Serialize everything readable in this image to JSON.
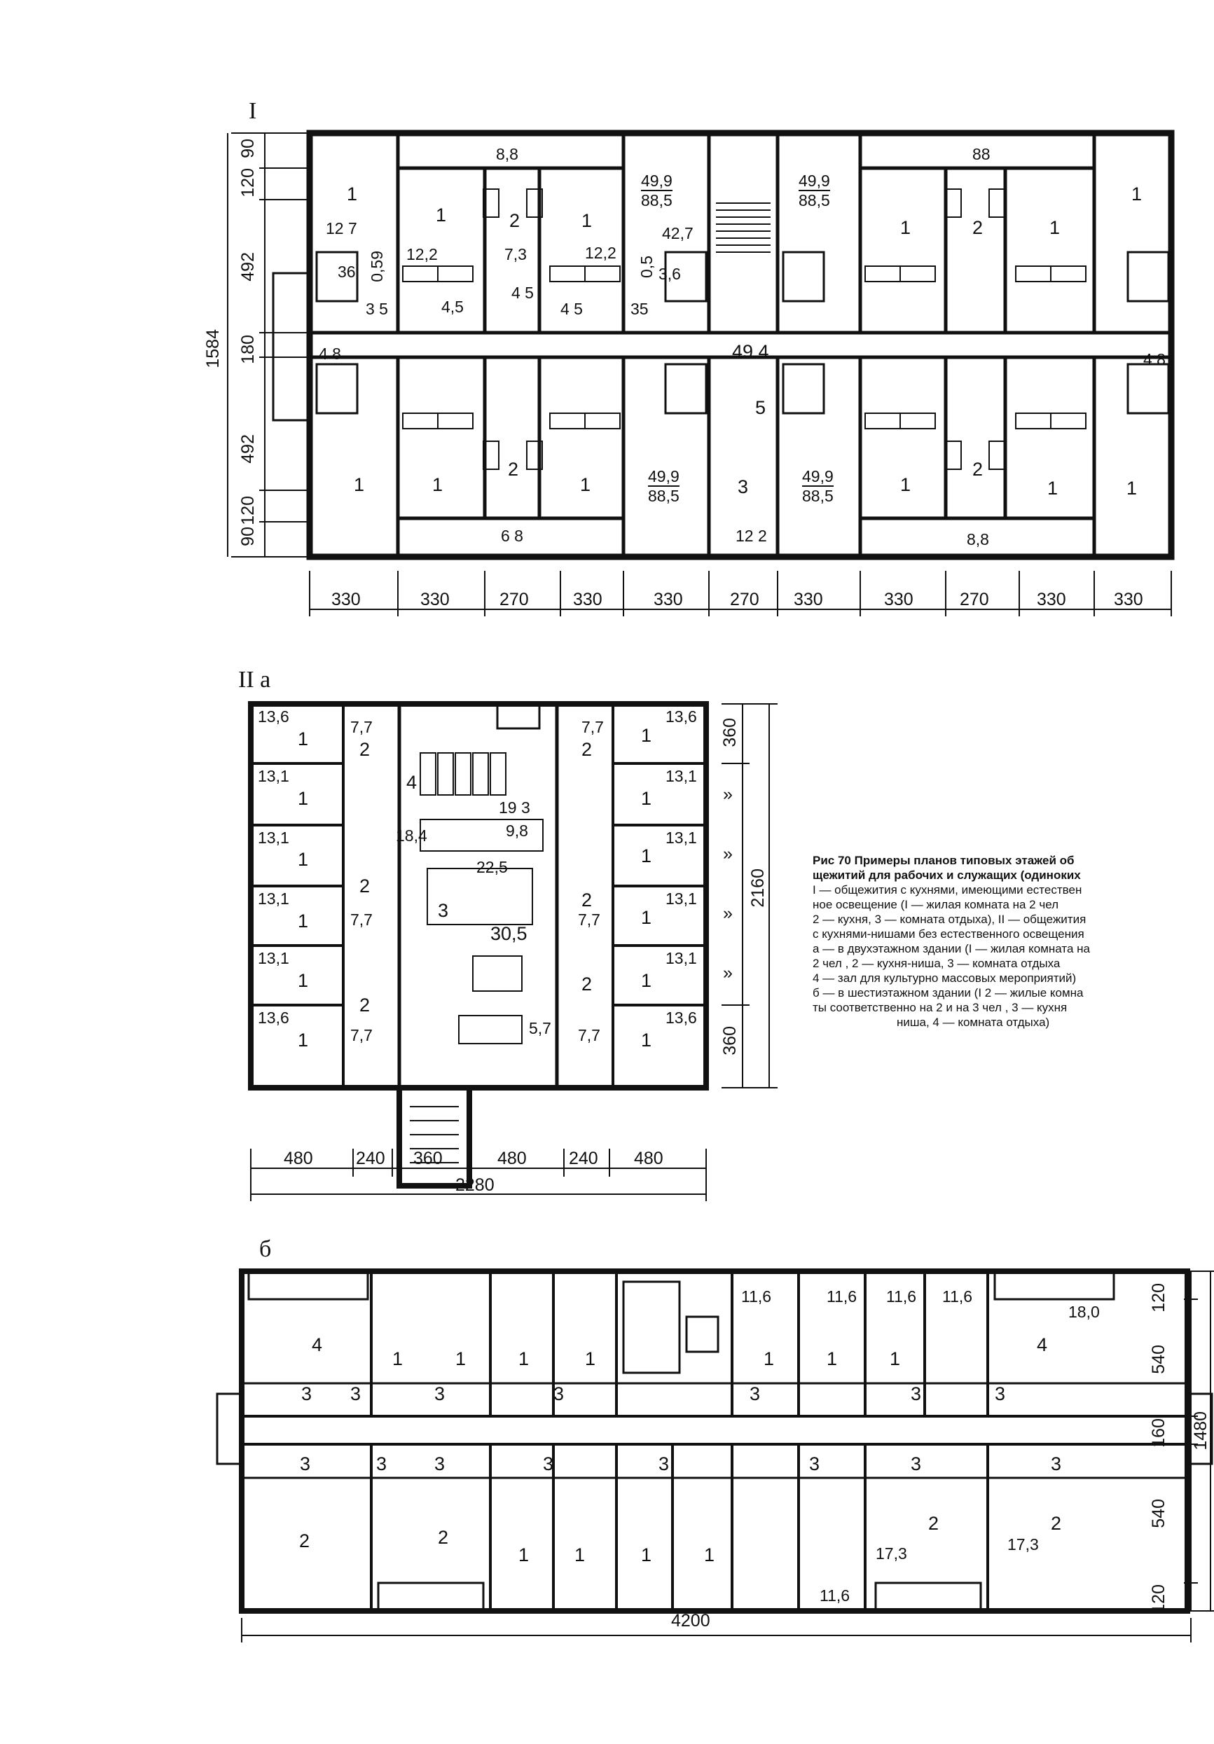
{
  "plan_I": {
    "label": "I",
    "bottom_dims": [
      "330",
      "330",
      "270",
      "330",
      "330",
      "270",
      "330",
      "330",
      "270",
      "330",
      "330"
    ],
    "left_dims": [
      "90",
      "120",
      "492",
      "180",
      "492",
      "120",
      "90"
    ],
    "overall_height": "1584",
    "corridor_area": "49.4",
    "rooms": {
      "upper_rooms": [
        "1",
        "1",
        "2",
        "1",
        "1",
        "2",
        "1",
        "1"
      ],
      "lower_rooms": [
        "1",
        "1",
        "2",
        "1",
        "3",
        "5",
        "1",
        "2",
        "1",
        "1"
      ],
      "areas": [
        "8,8",
        "88",
        "12 7",
        "12,2",
        "7,3",
        "12,2",
        "42,7",
        "36",
        "3,6",
        "0,59",
        "0,5",
        "3 5",
        "4,5",
        "4 5",
        "4 5",
        "35",
        "4 8",
        "4 8",
        "6 8",
        "8,8",
        "12 2"
      ],
      "fractions": [
        {
          "num": "49,9",
          "den": "88,5"
        },
        {
          "num": "49,9",
          "den": "88,5"
        },
        {
          "num": "49,9",
          "den": "88,5"
        },
        {
          "num": "49,9",
          "den": "88,5"
        }
      ]
    }
  },
  "plan_IIa": {
    "label": "II а",
    "left_rooms": [
      {
        "no": "1",
        "area": "13,6"
      },
      {
        "no": "1",
        "area": "13,1"
      },
      {
        "no": "1",
        "area": "13,1"
      },
      {
        "no": "1",
        "area": "13,1"
      },
      {
        "no": "1",
        "area": "13,1"
      },
      {
        "no": "1",
        "area": "13,6"
      }
    ],
    "right_rooms": [
      {
        "no": "1",
        "area": "13,6"
      },
      {
        "no": "1",
        "area": "13,1"
      },
      {
        "no": "1",
        "area": "13,1"
      },
      {
        "no": "1",
        "area": "13,1"
      },
      {
        "no": "1",
        "area": "13,1"
      },
      {
        "no": "1",
        "area": "13,6"
      }
    ],
    "center_labels": [
      "4",
      "3",
      "2",
      "2",
      "2",
      "2",
      "2",
      "2"
    ],
    "areas": [
      "7,7",
      "7,7",
      "7,7",
      "7,7",
      "7,7",
      "7,7",
      "19 3",
      "9,8",
      "18,4",
      "22,5",
      "30,5",
      "5,7"
    ],
    "bottom_dims": [
      "480",
      "240",
      "360",
      "480",
      "240",
      "480"
    ],
    "overall_width": "2280",
    "right_dims": [
      "360",
      "»",
      "»",
      "»",
      "»",
      "360"
    ],
    "overall_height": "2160"
  },
  "plan_b": {
    "label": "б",
    "bottom_dim": "4200",
    "right_dims": [
      "120",
      "540",
      "160",
      "540",
      "120"
    ],
    "overall_height": "1480",
    "upper_labels": [
      "4",
      "1",
      "1",
      "1",
      "1",
      "1",
      "1",
      "1",
      "4",
      "3",
      "3",
      "3",
      "3",
      "3",
      "3",
      "3"
    ],
    "lower_labels": [
      "3",
      "3",
      "3",
      "3",
      "3",
      "3",
      "3",
      "3",
      "2",
      "2",
      "1",
      "1",
      "1",
      "1",
      "2",
      "2"
    ],
    "areas": [
      "11,6",
      "11,6",
      "11,6",
      "11,6",
      "18,0",
      "17,3",
      "17,3",
      "11,6"
    ]
  },
  "caption": {
    "heading": "Рис  70  Примеры  планов  типовых  этажей  об",
    "lines": [
      "щежитий  для  рабочих  и  служащих  (одиноких",
      "I — общежития с кухнями, имеющими естествен",
      "ное освещение  (I — жилая  комната  на  2 чел",
      "2 — кухня, 3 — комната отдыха), II — общежития",
      "с кухнями-нишами без естественного освещения",
      "а — в двухэтажном здании (I — жилая комната на",
      "2  чел ,   2 — кухня-ниша,   3 — комната  отдыха",
      "4 — зал  для  культурно массовых  мероприятий)",
      "б — в шестиэтажном здании (I 2 — жилые комна",
      "ты соответственно на 2 и на 3 чел ,  3 — кухня",
      "ниша,  4 — комната отдыха)"
    ]
  },
  "colors": {
    "ink": "#111111",
    "paper": "#ffffff"
  }
}
